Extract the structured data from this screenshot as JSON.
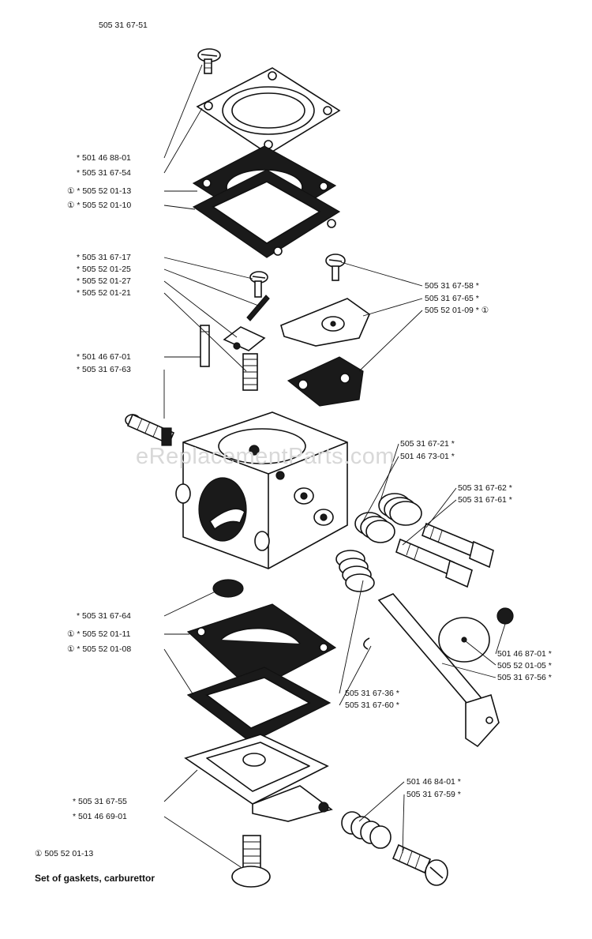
{
  "diagram": {
    "title": "505 31 67-51",
    "watermark": "eReplacementParts.com",
    "footer_ref": "① 505 52 01-13",
    "footer_note": "Set of gaskets, carburettor",
    "labels": {
      "l1": "* 501 46 88-01",
      "l2": "* 505 31 67-54",
      "l3": "① * 505 52 01-13",
      "l4": "① * 505 52 01-10",
      "l5": "* 505 31 67-17",
      "l6": "* 505 52 01-25",
      "l7": "* 505 52 01-27",
      "l8": "* 505 52 01-21",
      "l9": "* 501 46 67-01",
      "l10": "* 505 31 67-63",
      "r1": "505 31 67-58 *",
      "r2": "505 31 67-65 *",
      "r3": "505 52 01-09 * ①",
      "r4": "505 31 67-21 *",
      "r5": "501 46 73-01 *",
      "r6": "505 31 67-62 *",
      "r7": "505 31 67-61 *",
      "l11": "* 505 31 67-64",
      "l12": "① * 505 52 01-11",
      "l13": "① * 505 52 01-08",
      "r8": "501 46 87-01 *",
      "r9": "505 52 01-05 *",
      "r10": "505 31 67-56 *",
      "r11": "505 31 67-36 *",
      "r12": "505 31 67-60 *",
      "l14": "* 505 31 67-55",
      "l15": "* 501 46 69-01",
      "r13": "501 46 84-01 *",
      "r14": "505 31 67-59 *"
    }
  }
}
